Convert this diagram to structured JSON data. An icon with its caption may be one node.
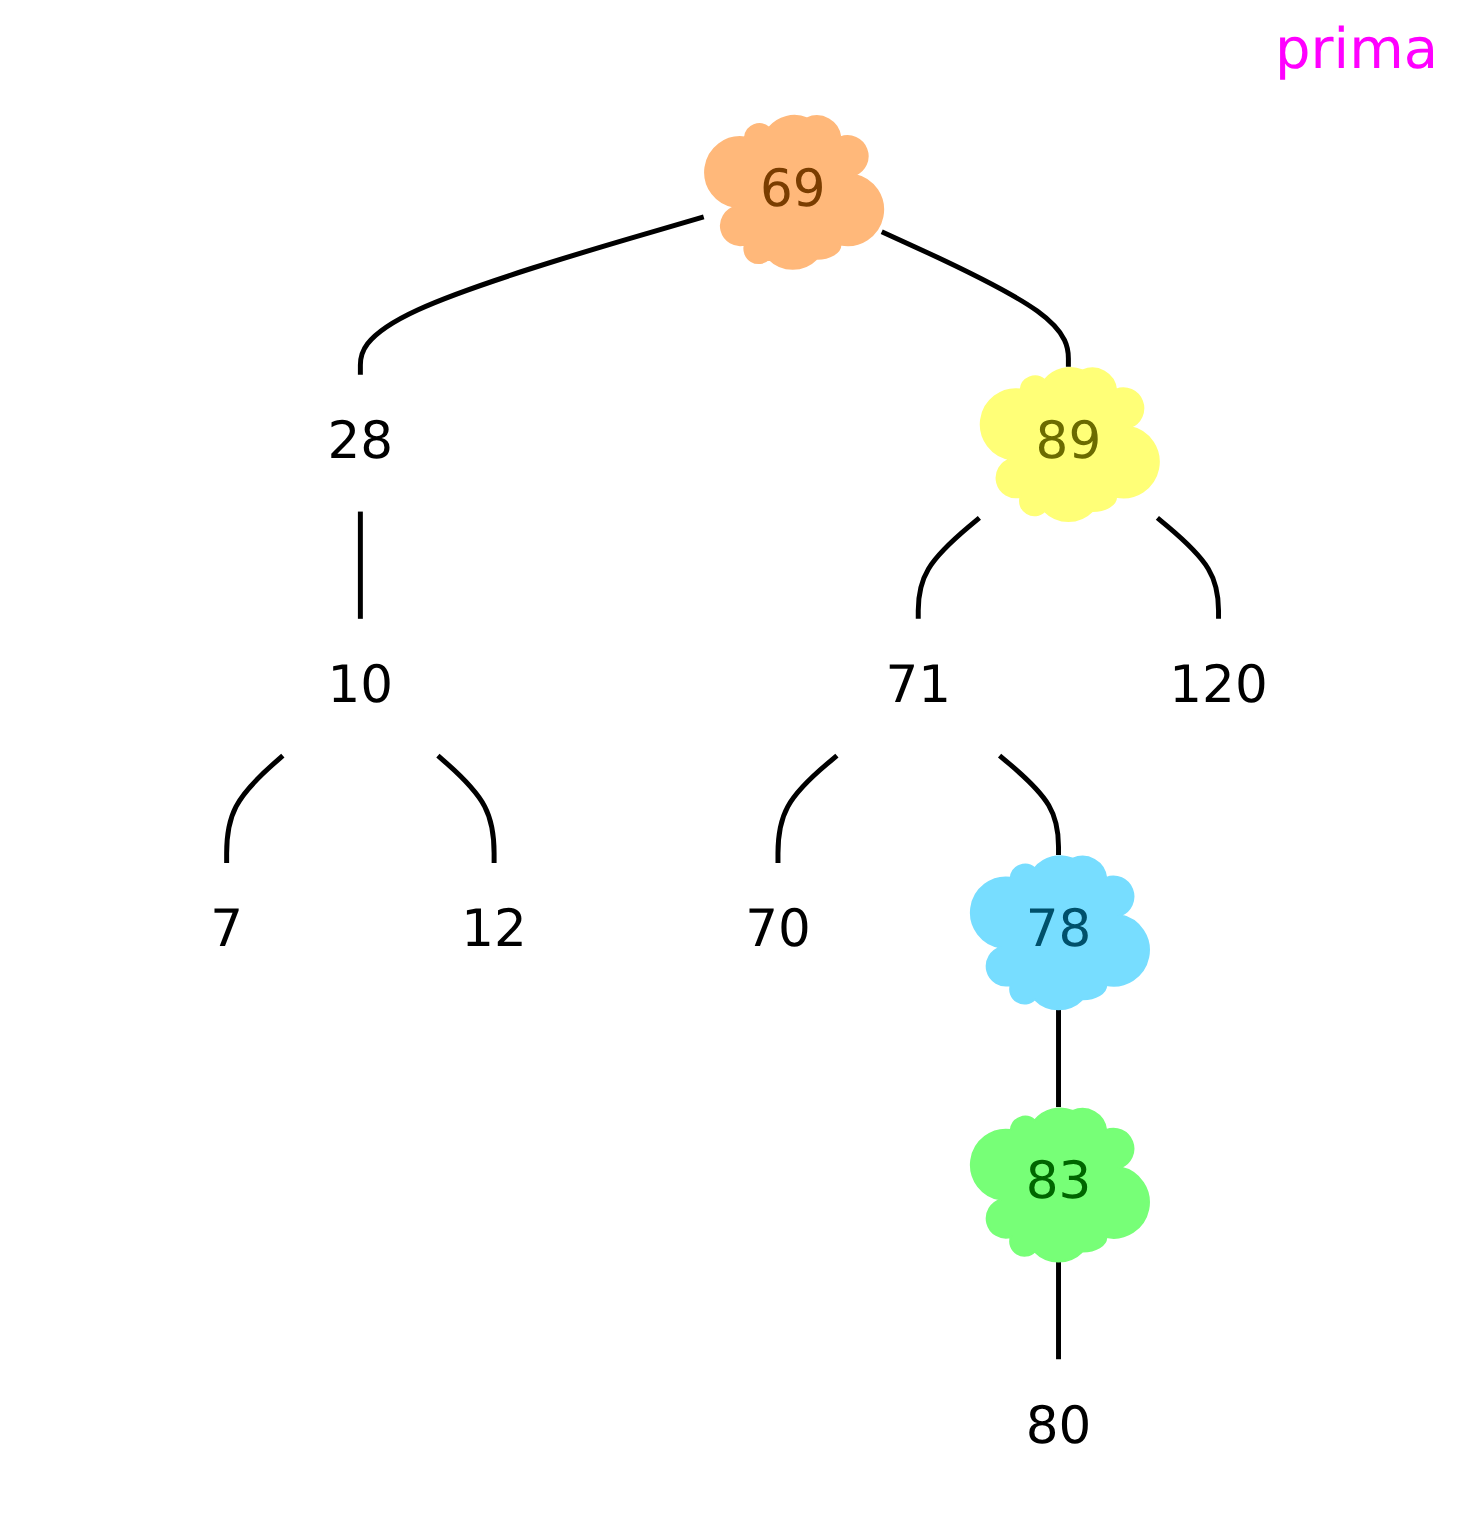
{
  "diagram": {
    "nodes": [
      {
        "text": [
          "69"
        ]
      },
      {
        "text": [
          "28"
        ]
      },
      {
        "text": [
          "89"
        ]
      },
      {
        "text": [
          "10"
        ]
      },
      {
        "text": [
          "71"
        ]
      },
      {
        "text": [
          "120"
        ]
      },
      {
        "text": [
          "7"
        ]
      },
      {
        "text": [
          "12"
        ]
      },
      {
        "text": [
          "70"
        ]
      },
      {
        "text": [
          "78"
        ]
      },
      {
        "text": [
          "83"
        ]
      },
      {
        "text": [
          "80"
        ]
      }
    ],
    "edges": [
      {
        "from": 0,
        "to": 1,
        "arrow": "none"
      },
      {
        "from": 0,
        "to": 2,
        "arrow": "none"
      },
      {
        "from": 1,
        "to": 3,
        "arrow": "none"
      },
      {
        "from": 2,
        "to": 4,
        "arrow": "none"
      },
      {
        "from": 2,
        "to": 5,
        "arrow": "none"
      },
      {
        "from": 3,
        "to": 6,
        "arrow": "none"
      },
      {
        "from": 3,
        "to": 7,
        "arrow": "none"
      },
      {
        "from": 4,
        "to": 8,
        "arrow": "none"
      },
      {
        "from": 4,
        "to": 9,
        "arrow": "none"
      },
      {
        "from": 9,
        "to": 10,
        "arrow": "none"
      },
      {
        "from": 10,
        "to": 11,
        "arrow": "none"
      }
    ],
    "labels": [
      "prima"
    ]
  }
}
